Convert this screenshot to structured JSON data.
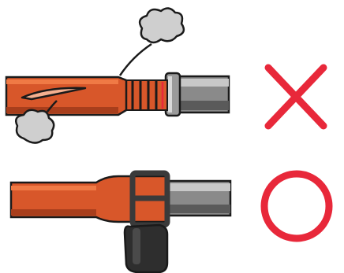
{
  "diagram": {
    "rows": [
      {
        "id": "incorrect",
        "verdict": "incorrect",
        "verdict_icon": "cross-icon",
        "hose_fitting": "threaded-hose-barb-without-clamp",
        "hose_condition": "split-and-leaking",
        "leak_puffs": 2
      },
      {
        "id": "correct",
        "verdict": "correct",
        "verdict_icon": "circle-check-icon",
        "hose_fitting": "hose-clamp-band",
        "hose_condition": "sealed",
        "leak_puffs": 0
      }
    ]
  },
  "colors": {
    "hose_orange": "#d8572a",
    "hose_dark": "#a83e1c",
    "hose_highlight": "#f07a45",
    "pipe_gray": "#8a8a8a",
    "pipe_dark": "#5a5a5a",
    "pipe_light": "#c8c8c8",
    "clamp_dark": "#3a3a3a",
    "clamp_handle": "#2e2e2e",
    "smoke": "#cfcfcf",
    "verdict_red": "#e8283a",
    "outline": "#1a1a1a"
  }
}
